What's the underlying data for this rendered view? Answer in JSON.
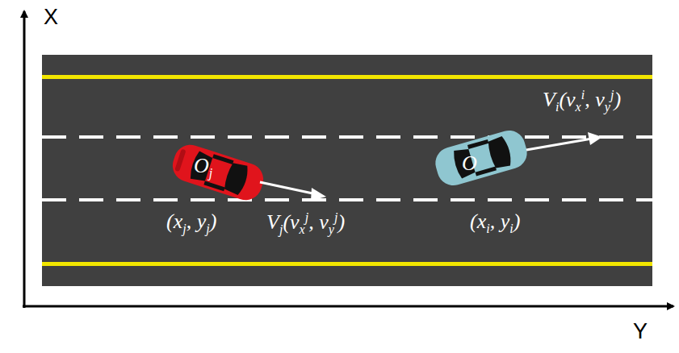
{
  "diagram": {
    "labels": [
      "X",
      "Y",
      "Oj",
      "(xj, yj)",
      "Vj(vxj, vyj)",
      "O",
      "(xi, yi)",
      "Vi(vxi, vyj)"
    ]
  }
}
